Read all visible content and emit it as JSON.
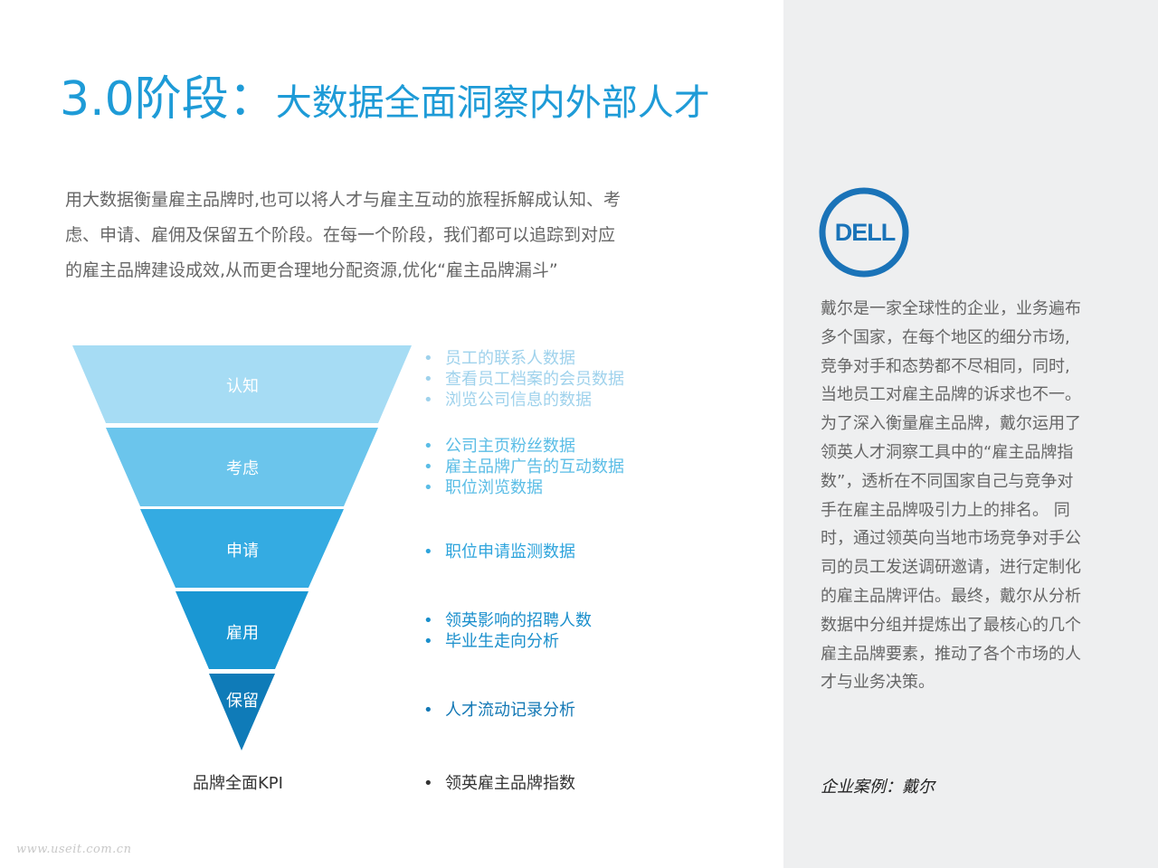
{
  "title": {
    "prefix": "3.0阶段：",
    "main": "大数据全面洞察内外部人才"
  },
  "intro": {
    "lines": [
      "用大数据衡量雇主品牌时,也可以将人才与雇主互动的旅程拆解成认知、考",
      "虑、申请、雇佣及保留五个阶段。在每一个阶段，我们都可以追踪到对应",
      "的雇主品牌建设成效,从而更合理地分配资源,优化“雇主品牌漏斗”"
    ]
  },
  "funnel": {
    "stages": [
      {
        "label": "认知",
        "color": "#a6dcf4",
        "text_color": "#9fd2ec",
        "bullets": [
          "员工的联系人数据",
          "查看员工档案的会员数据",
          "浏览公司信息的数据"
        ]
      },
      {
        "label": "考虑",
        "color": "#6bc5ec",
        "text_color": "#5bbde6",
        "bullets": [
          "公司主页粉丝数据",
          "雇主品牌广告的互动数据",
          "职位浏览数据"
        ]
      },
      {
        "label": "申请",
        "color": "#34abe2",
        "text_color": "#2ea4dc",
        "bullets": [
          "职位申请监测数据"
        ]
      },
      {
        "label": "雇用",
        "color": "#1a97d3",
        "text_color": "#1a8fcc",
        "bullets": [
          "领英影响的招聘人数",
          "毕业生走向分析"
        ]
      },
      {
        "label": "保留",
        "color": "#0f7bb8",
        "text_color": "#1378b5",
        "bullets": [
          "人才流动记录分析"
        ]
      }
    ],
    "kpi_label": "品牌全面KPI",
    "kpi_bullet": "领英雇主品牌指数"
  },
  "case": {
    "logo_text": "DELL",
    "lines": [
      "戴尔是一家全球性的企业，业务遍布",
      "多个国家，在每个地区的细分市场,",
      "竞争对手和态势都不尽相同，同时,",
      "当地员工对雇主品牌的诉求也不一。",
      "为了深入衡量雇主品牌，戴尔运用了",
      "领英人才洞察工具中的“雇主品牌指",
      "数”，透析在不同国家自己与竞争对",
      "手在雇主品牌吸引力上的排名。  同",
      "时，通过领英向当地市场竞争对手公",
      "司的员工发送调研邀请，进行定制化",
      "的雇主品牌评估。最终，戴尔从分析",
      "数据中分组并提炼出了最核心的几个",
      "雇主品牌要素，推动了各个市场的人",
      "才与业务决策。"
    ],
    "label": "企业案例：戴尔"
  },
  "watermark": "www.useit.com.cn"
}
